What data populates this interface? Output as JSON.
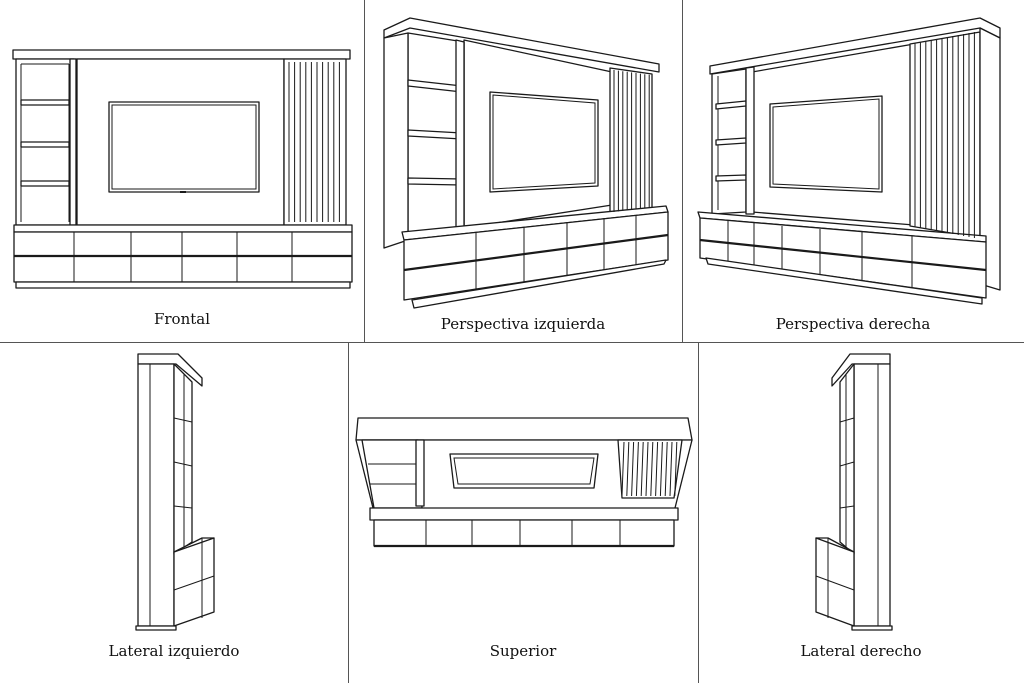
{
  "views": [
    {
      "id": "frontal",
      "caption": "Frontal"
    },
    {
      "id": "perspectiva-izquierda",
      "caption": "Perspectiva izquierda"
    },
    {
      "id": "perspectiva-derecha",
      "caption": "Perspectiva derecha"
    },
    {
      "id": "lateral-izquierdo",
      "caption": "Lateral izquierdo"
    },
    {
      "id": "superior",
      "caption": "Superior"
    },
    {
      "id": "lateral-derecho",
      "caption": "Lateral derecho"
    }
  ],
  "colors": {
    "line": "#1a1a1a",
    "divider": "#555555",
    "background": "#ffffff"
  }
}
